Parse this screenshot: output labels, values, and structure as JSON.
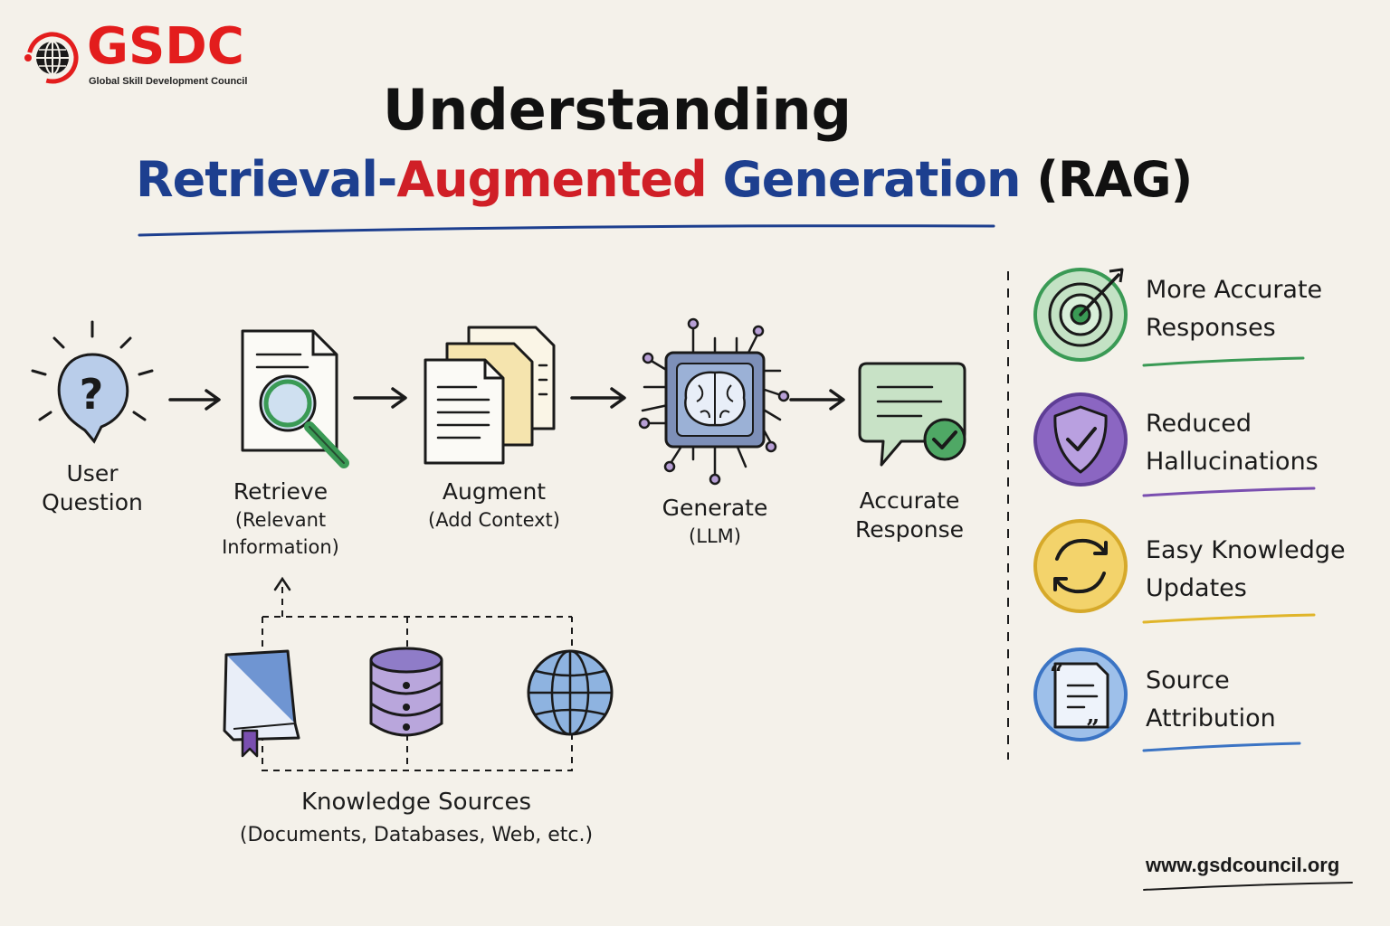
{
  "brand": {
    "name": "GSDC",
    "tagline": "Global Skill Development Council",
    "url": "www.gsdcouncil.org"
  },
  "title": {
    "line1": "Understanding",
    "part_retrieval": "Retrieval-",
    "part_augmented": "Augmented",
    "part_generation": " Generation",
    "part_rag": " (RAG)"
  },
  "flow": [
    {
      "id": "question",
      "label": "User",
      "label2": "Question",
      "icon": "question-bulb-icon"
    },
    {
      "id": "retrieve",
      "label": "Retrieve",
      "label2": "(Relevant",
      "label3": "Information)",
      "icon": "document-search-icon"
    },
    {
      "id": "augment",
      "label": "Augment",
      "label2": "(Add Context)",
      "icon": "documents-stack-icon"
    },
    {
      "id": "generate",
      "label": "Generate",
      "label2": "(LLM)",
      "icon": "brain-chip-icon"
    },
    {
      "id": "response",
      "label": "Accurate",
      "label2": "Response",
      "icon": "chat-check-icon"
    }
  ],
  "knowledge_sources": {
    "title": "Knowledge Sources",
    "subtitle": "(Documents, Databases, Web, etc.)",
    "icons": [
      "book-icon",
      "database-icon",
      "globe-icon"
    ]
  },
  "benefits": [
    {
      "line1": "More Accurate",
      "line2": "Responses",
      "color": "#3a9a55",
      "icon": "target-icon"
    },
    {
      "line1": "Reduced",
      "line2": "Hallucinations",
      "color": "#7a4fb0",
      "icon": "shield-check-icon"
    },
    {
      "line1": "Easy Knowledge",
      "line2": "Updates",
      "color": "#e0b52a",
      "icon": "refresh-icon"
    },
    {
      "line1": "Source",
      "line2": "Attribution",
      "color": "#3b74c4",
      "icon": "quote-document-icon"
    }
  ],
  "colors": {
    "red": "#e31d1d",
    "navy": "#1d3f8f",
    "green": "#3a9a55",
    "purple": "#7a4fb0",
    "yellow": "#e0b52a",
    "blue": "#3b74c4"
  }
}
